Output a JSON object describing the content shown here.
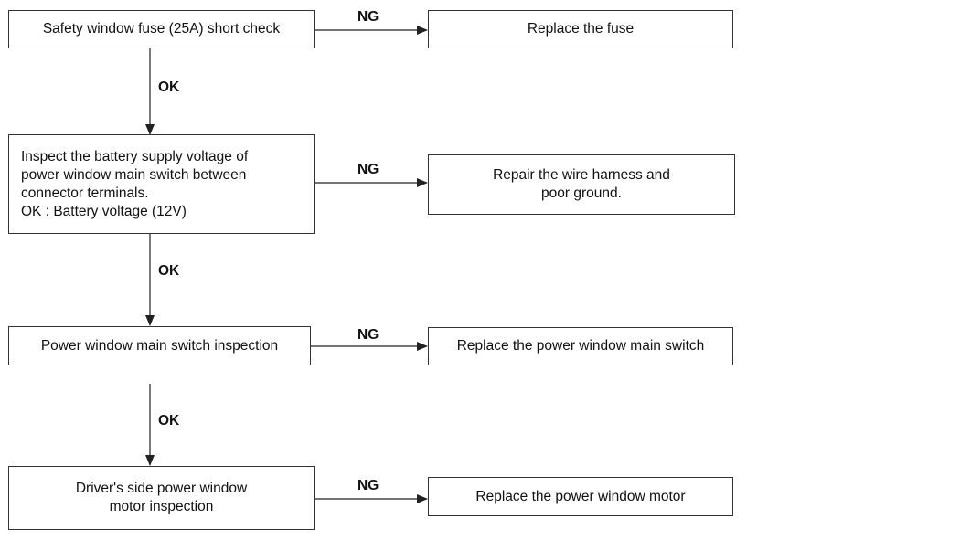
{
  "steps": [
    {
      "check": "Safety window fuse (25A) short check",
      "ng_action": "Replace the fuse",
      "ng_label": "NG",
      "ok_label": "OK"
    },
    {
      "check": "Inspect the battery supply voltage of\npower window main switch between\nconnector terminals.\nOK : Battery voltage (12V)",
      "ng_action": "Repair the wire harness and\npoor ground.",
      "ng_label": "NG",
      "ok_label": "OK"
    },
    {
      "check": "Power window main switch inspection",
      "ng_action": "Replace the power window main switch",
      "ng_label": "NG",
      "ok_label": "OK"
    },
    {
      "check": "Driver's side power window\nmotor  inspection",
      "ng_action": "Replace the power window motor",
      "ng_label": "NG"
    }
  ],
  "colors": {
    "line": "#222222",
    "border": "#333333"
  }
}
